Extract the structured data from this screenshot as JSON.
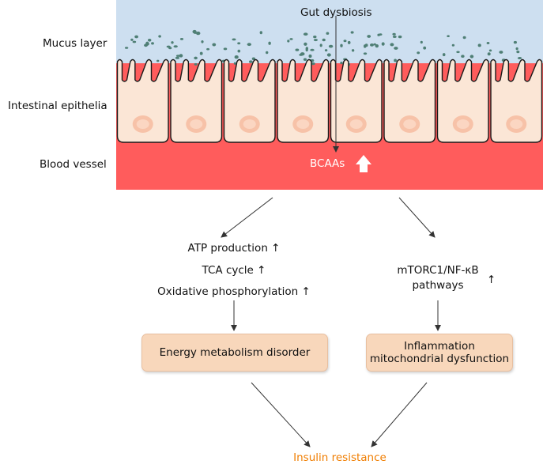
{
  "labels": {
    "mucus": "Mucus layer",
    "epithelia": "Intestinal epithelia",
    "blood": "Blood vessel",
    "dysbiosis": "Gut dysbiosis",
    "bcaas": "BCAAs"
  },
  "left_branch": {
    "atp": "ATP production ↑",
    "tca": "TCA cycle ↑",
    "oxphos": "Oxidative phosphorylation ↑",
    "box": "Energy metabolism disorder"
  },
  "right_branch": {
    "mtorc_line1": "mTORC1/NF-κB",
    "mtorc_line2": "pathways",
    "up_arrow": "↑",
    "box_line1": "Inflammation",
    "box_line2": "mitochondrial dysfunction"
  },
  "outcome": "Insulin resistance",
  "colors": {
    "mucus": "#cddff0",
    "blood": "#ff5c5c",
    "cell_fill": "#fbe6d6",
    "nucleus": "#f7c2a8",
    "dots": "#4f7f75",
    "box_fill": "#f8d7bb",
    "outcome": "#f07d00"
  }
}
